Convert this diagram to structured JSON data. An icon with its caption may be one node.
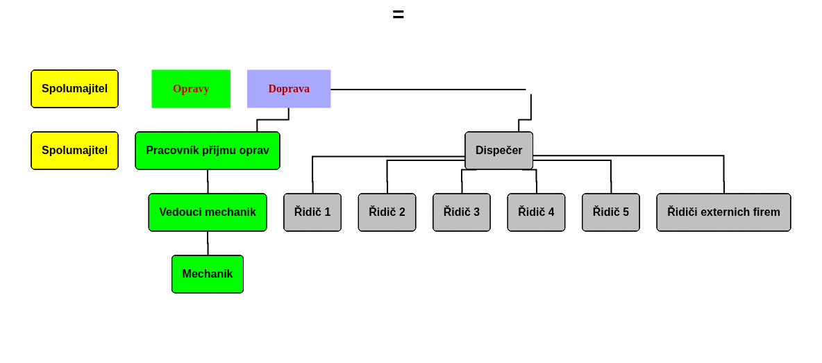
{
  "diagram": {
    "nodes": [
      {
        "text": [
          "Spolumajitel"
        ]
      },
      {
        "text": [
          "Spolumajitel"
        ]
      },
      {
        "text": [
          "Opravy"
        ]
      },
      {
        "text": [
          "Doprava"
        ]
      },
      {
        "text": [
          "Pracovník přijmu oprav"
        ]
      },
      {
        "text": [
          "Dispečer"
        ]
      },
      {
        "text": [
          "Vedouci mechanik"
        ]
      },
      {
        "text": [
          "Mechanik"
        ]
      },
      {
        "text": [
          "Řidič 1"
        ]
      },
      {
        "text": [
          "Řidič 2"
        ]
      },
      {
        "text": [
          "Řidič 3"
        ]
      },
      {
        "text": [
          "Řidič 4"
        ]
      },
      {
        "text": [
          "Řidič 5"
        ]
      },
      {
        "text": [
          "Řidiči externich firem"
        ]
      }
    ],
    "edges": [
      {
        "from": null,
        "to": 4,
        "arrow": "none"
      },
      {
        "from": null,
        "to": 5,
        "arrow": "none"
      },
      {
        "from": 4,
        "to": 6,
        "arrow": "none"
      },
      {
        "from": 6,
        "to": 7,
        "arrow": "none"
      },
      {
        "from": 5,
        "to": 8,
        "arrow": "none"
      },
      {
        "from": 5,
        "to": 9,
        "arrow": "none"
      },
      {
        "from": 5,
        "to": 10,
        "arrow": "none"
      },
      {
        "from": 5,
        "to": 11,
        "arrow": "none"
      },
      {
        "from": 5,
        "to": 12,
        "arrow": "none"
      },
      {
        "from": 5,
        "to": 13,
        "arrow": "none"
      }
    ],
    "labels": [
      "="
    ]
  }
}
